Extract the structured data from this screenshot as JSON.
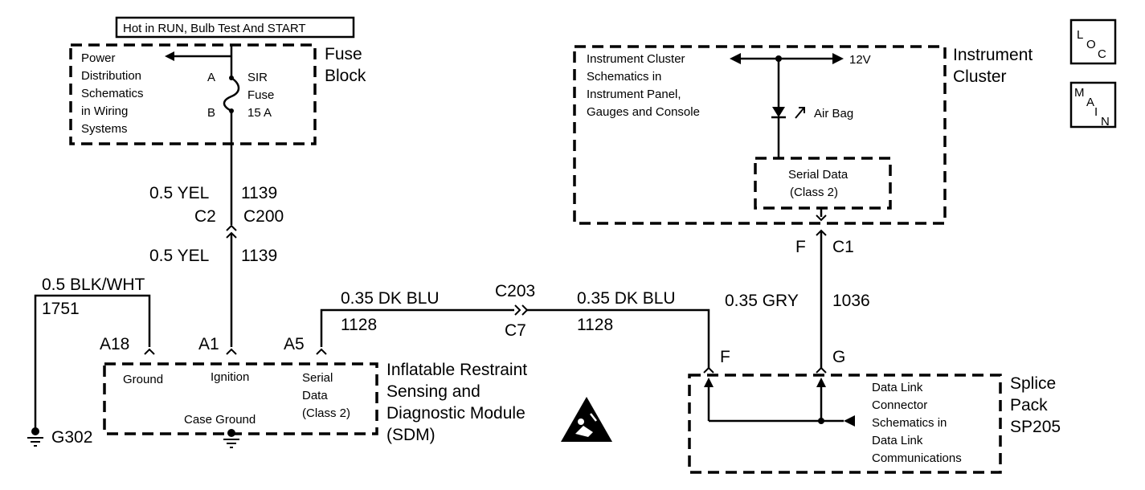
{
  "header_box": "Hot in RUN, Bulb Test And START",
  "nav": {
    "loc": [
      "L",
      "O",
      "C"
    ],
    "main": [
      "M",
      "A",
      "I",
      "N"
    ]
  },
  "fuse_block": {
    "title": [
      "Fuse",
      "Block"
    ],
    "ref_text": [
      "Power",
      "Distribution",
      "Schematics",
      "in Wiring",
      "Systems"
    ],
    "pin_a": "A",
    "pin_b": "B",
    "fuse_label": [
      "SIR",
      "Fuse",
      "15 A"
    ]
  },
  "instrument_cluster": {
    "title": [
      "Instrument",
      "Cluster"
    ],
    "ref_text": [
      "Instrument Cluster",
      "Schematics in",
      "Instrument Panel,",
      "Gauges and Console"
    ],
    "supply": "12V",
    "lamp": "Air Bag",
    "serial_box": [
      "Serial Data",
      "(Class 2)"
    ]
  },
  "wires": {
    "ign_color_top": "0.5 YEL",
    "ign_circuit_top": "1139",
    "ign_conn_left": "C2",
    "ign_conn_right": "C200",
    "ign_color_bot": "0.5 YEL",
    "ign_circuit_bot": "1139",
    "gnd_color": "0.5 BLK/WHT",
    "gnd_circuit": "1751",
    "ser_color_left": "0.35 DK BLU",
    "ser_circuit_left": "1128",
    "ser_conn_top": "C203",
    "ser_conn_bot": "C7",
    "ser_color_right": "0.35 DK BLU",
    "ser_circuit_right": "1128",
    "ic_pin": "F",
    "ic_conn": "C1",
    "gry_color": "0.35 GRY",
    "gry_circuit": "1036"
  },
  "sdm": {
    "title": [
      "Inflatable Restraint",
      "Sensing and",
      "Diagnostic Module",
      "(SDM)"
    ],
    "pins": [
      "A18",
      "A1",
      "A5"
    ],
    "labels": {
      "ground": "Ground",
      "ignition": "Ignition",
      "serial": [
        "Serial",
        "Data",
        "(Class 2)"
      ],
      "case_ground": "Case Ground"
    }
  },
  "ground_label": "G302",
  "splice_pack": {
    "title": [
      "Splice",
      "Pack",
      "SP205"
    ],
    "pin_f": "F",
    "pin_g": "G",
    "ref_text": [
      "Data Link",
      "Connector",
      "Schematics in",
      "Data Link",
      "Communications"
    ]
  },
  "icons": [
    "sir-warning-icon",
    "ground-symbol-icon",
    "lamp-icon"
  ]
}
